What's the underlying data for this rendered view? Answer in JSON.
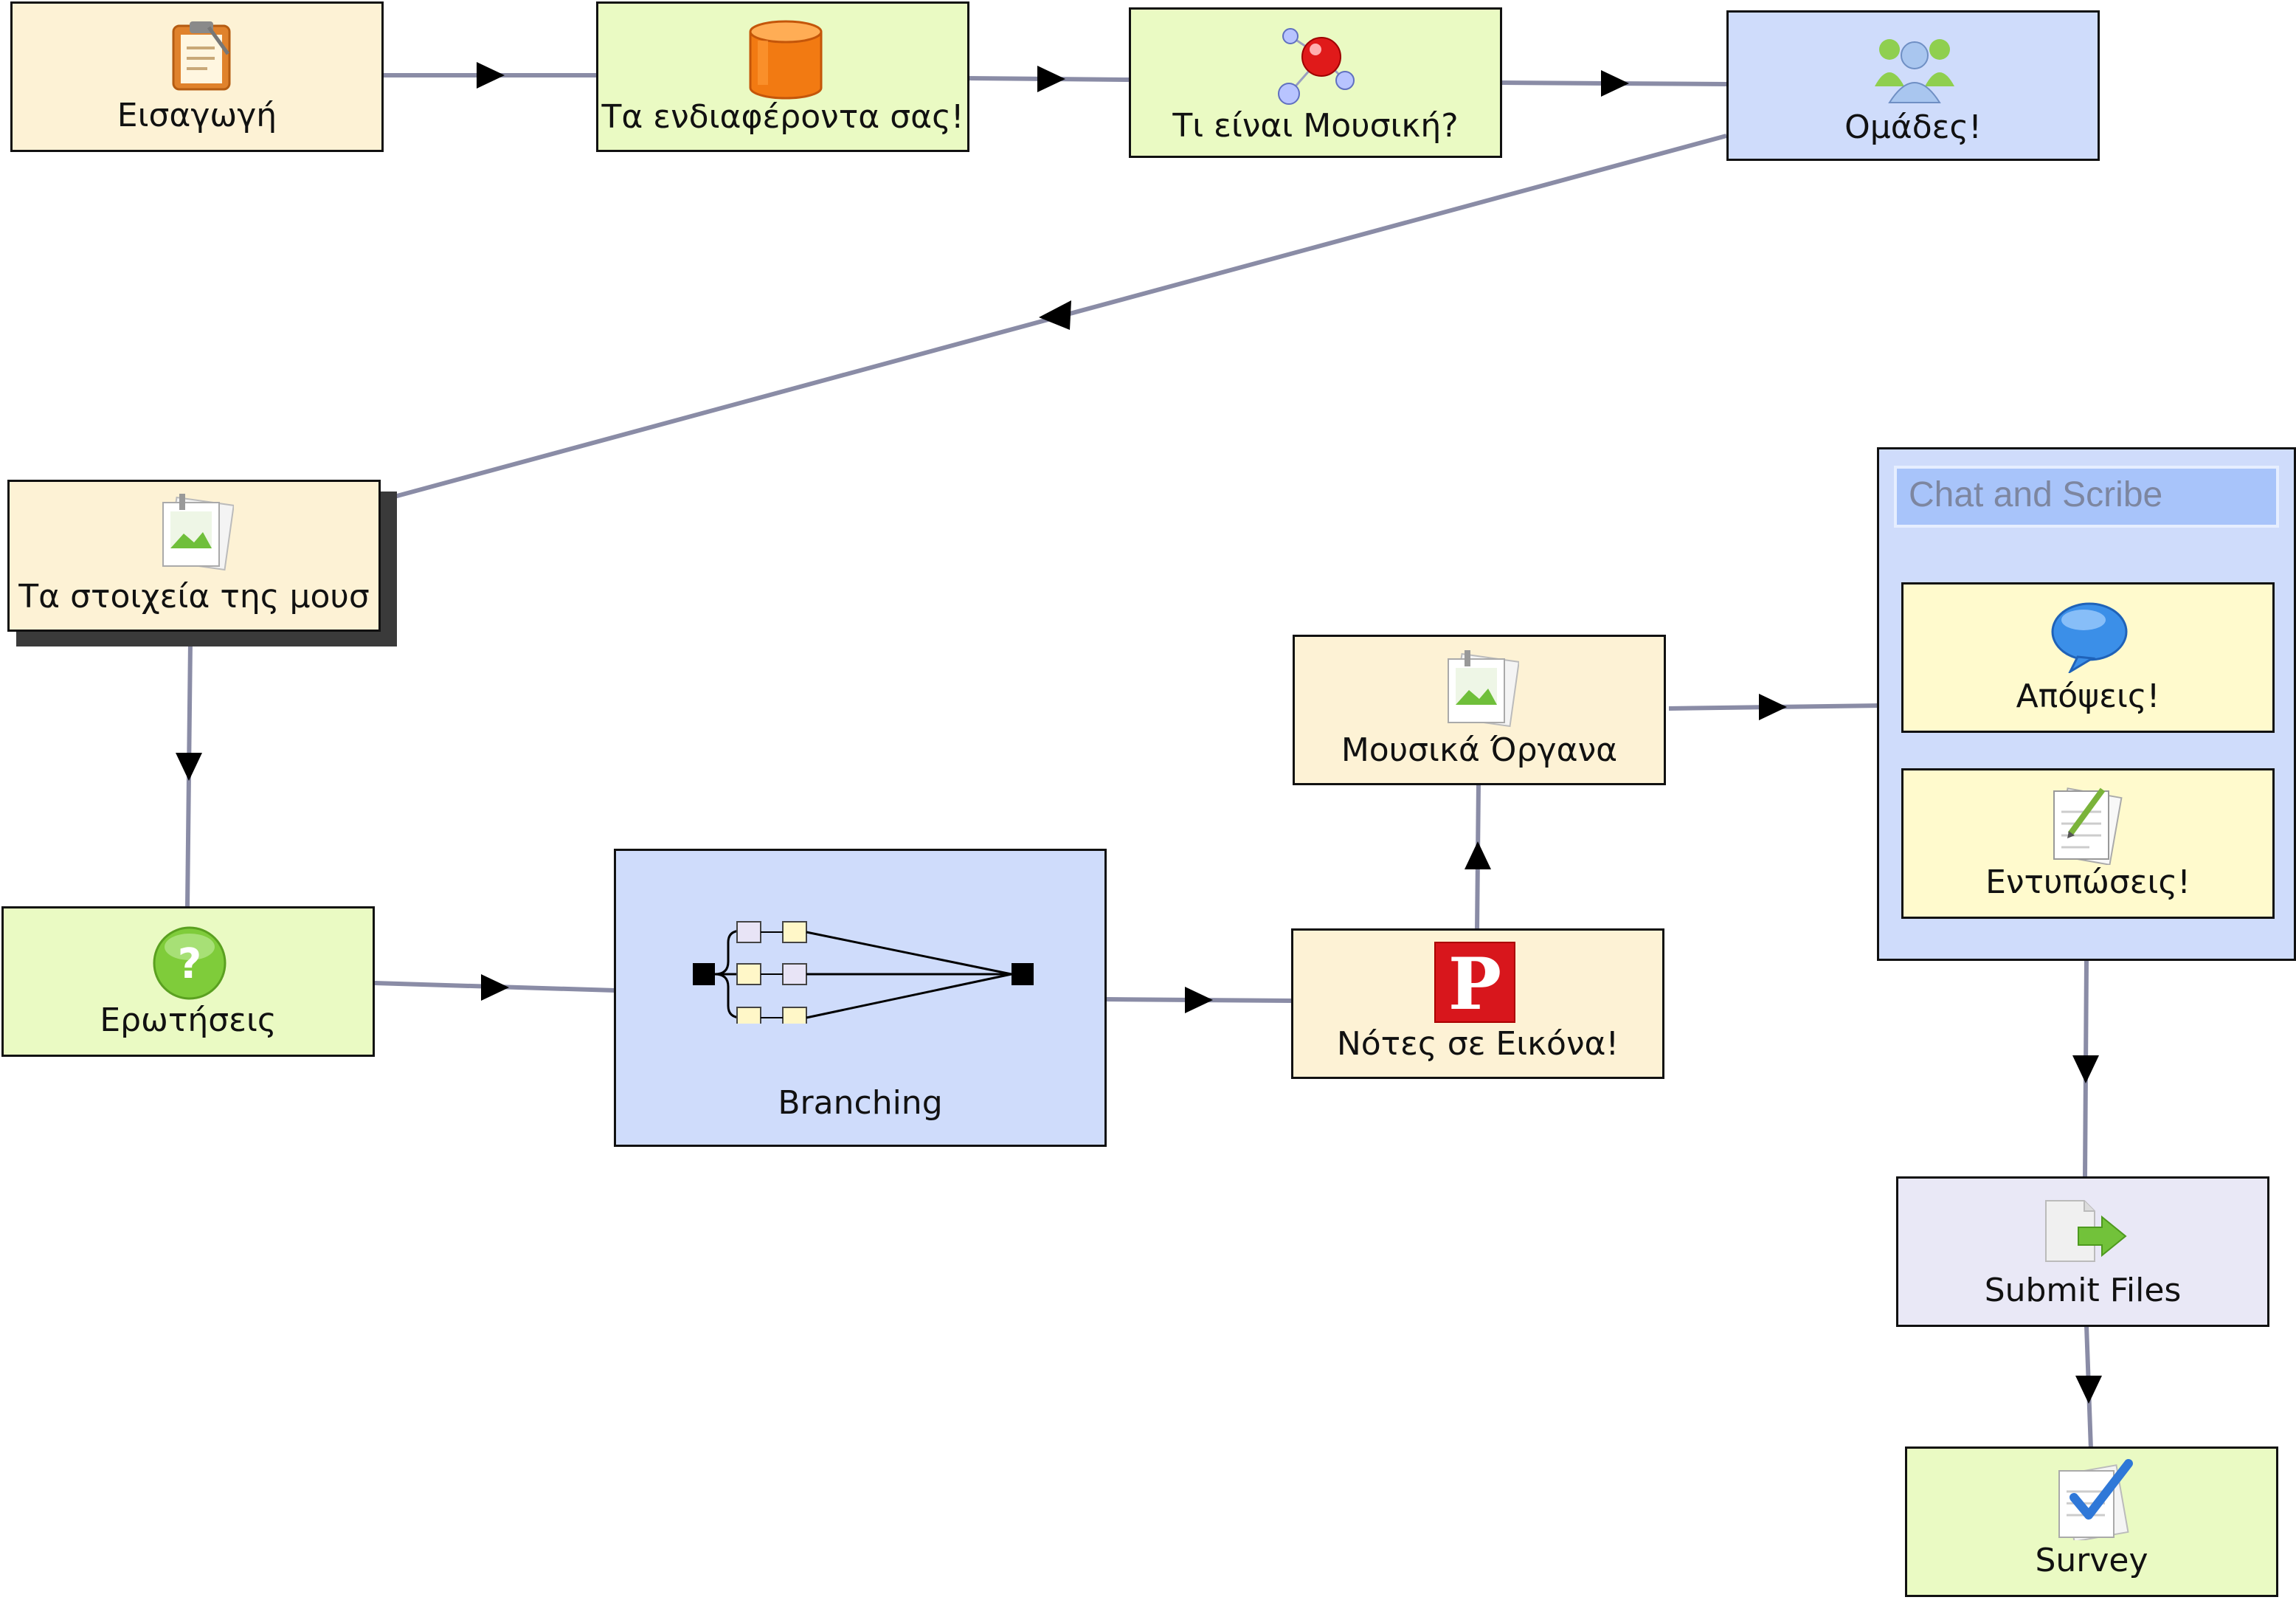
{
  "nodes": {
    "intro": "Εισαγωγή",
    "interests": "Τα ενδιαφέροντα σας!",
    "what_is_music": "Τι είναι Μουσική?",
    "groups": "Ομάδες!",
    "music_elements": "Τα στοιχεία της μουσ",
    "questions": "Ερωτήσεις",
    "branching": "Branching",
    "notes_image": "Νότες σε Εικόνα!",
    "instruments": "Μουσικά Όργανα",
    "opinions": "Απόψεις!",
    "impressions": "Εντυπώσεις!",
    "submit_files": "Submit Files",
    "survey": "Survey"
  },
  "group": {
    "title": "Chat and Scribe"
  },
  "colors": {
    "tan": "#fdf2d5",
    "green": "#eafac3",
    "blue": "#cfdcfb",
    "yellow": "#fffacd",
    "lavender": "#e9e8f6",
    "edge": "#8a8ca6"
  },
  "icons": {
    "intro": "clipboard-icon",
    "interests": "database-cylinder-icon",
    "what_is_music": "molecule-icon",
    "groups": "people-group-icon",
    "music_elements": "image-document-icon",
    "questions": "question-circle-icon",
    "branching": "branching-diagram-icon",
    "notes_image": "pixlr-p-icon",
    "instruments": "image-document-icon",
    "opinions": "speech-bubble-icon",
    "impressions": "notepad-pencil-icon",
    "submit_files": "file-arrow-icon",
    "survey": "checklist-icon"
  }
}
